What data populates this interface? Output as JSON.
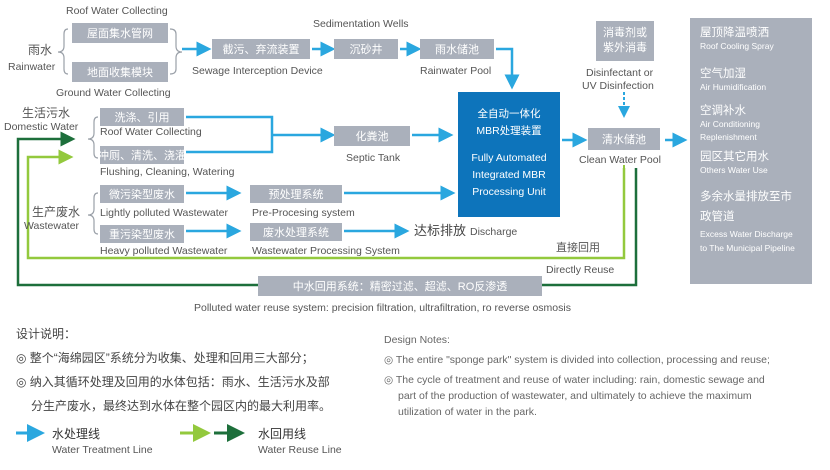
{
  "rainwater": {
    "zh": "雨水",
    "en": "Rainwater",
    "roof_en": "Roof Water Collecting",
    "roof_zh": "屋面集水管网",
    "ground_zh": "地面收集模块",
    "ground_en": "Ground Water Collecting",
    "intercept_zh": "截污、弃流装置",
    "intercept_en": "Sewage Interception Device",
    "sed_en": "Sedimentation Wells",
    "sed_zh": "沉砂井",
    "pool_zh": "雨水储池",
    "pool_en": "Rainwater Pool"
  },
  "domestic": {
    "zh": "生活污水",
    "en": "Domestic Water",
    "wash_zh": "洗涤、引用",
    "wash_en": "Roof Water Collecting",
    "flush_zh": "冲厕、清洗、浇灌",
    "flush_en": "Flushing, Cleaning, Watering",
    "septic_zh": "化粪池",
    "septic_en": "Septic Tank"
  },
  "production": {
    "zh": "生产废水",
    "en": "Wastewater",
    "light_zh": "微污染型废水",
    "light_en": "Lightly polluted Wastewater",
    "pre_zh": "预处理系统",
    "pre_en": "Pre-Procesing system",
    "heavy_zh": "重污染型废水",
    "heavy_en": "Heavy polluted Wastewater",
    "proc_zh": "废水处理系统",
    "proc_en": "Wastewater Processing System",
    "discharge_zh": "达标排放",
    "discharge_en": "Discharge"
  },
  "mbr": {
    "zh1": "全自动一体化",
    "zh2": "MBR处理装置",
    "en1": "Fully Automated",
    "en2": "Integrated  MBR",
    "en3": "Processing Unit"
  },
  "disinfect": {
    "zh1": "消毒剂或",
    "zh2": "紫外消毒",
    "en1": "Disinfectant or",
    "en2": "UV Disinfection"
  },
  "clean_pool": {
    "zh": "清水储池",
    "en": "Clean Water Pool"
  },
  "reuse": {
    "direct_zh": "直接回用",
    "direct_en": "Directly Reuse",
    "system_zh": "中水回用系统：精密过滤、超滤、RO反渗透",
    "system_en": "Polluted water reuse system: precision filtration, ultrafiltration, ro reverse osmosis"
  },
  "uses": [
    {
      "zh": "屋顶降温喷洒",
      "en": "Roof Cooling Spray"
    },
    {
      "zh": "空气加湿",
      "en": "Air Humidification"
    },
    {
      "zh": "空调补水",
      "en": "Air Conditioning Replenishment"
    },
    {
      "zh": "园区其它用水",
      "en": "Others Water Use"
    },
    {
      "zh": "多余水量排放至市政管道",
      "en": "Excess Water Discharge to The Municipal Pipeline"
    }
  ],
  "notes_zh": {
    "title": "设计说明：",
    "item1": "◎ 整个“海绵园区”系统分为收集、处理和回用三大部分；",
    "item2a": "◎ 纳入其循环处理及回用的水体包括：雨水、生活污水及部",
    "item2b": "分生产废水，最终达到水体在整个园区内的最大利用率。"
  },
  "notes_en": {
    "title": "Design Notes:",
    "item1": "◎ The entire \"sponge park\" system is divided into collection, processing and reuse;",
    "item2a": "◎ The cycle of treatment and reuse of water including: rain, domestic sewage and",
    "item2b": "part of the production of wastewater, and ultimately to achieve the maximum",
    "item2c": "utilization of water in the park."
  },
  "legend": {
    "treat_zh": "水处理线",
    "treat_en": "Water Treatment Line",
    "reuse_zh": "水回用线",
    "reuse_en": "Water Reuse Line"
  },
  "colors": {
    "box": "#aab0bb",
    "mbr": "#0d74bb",
    "treatment": "#2aa7df",
    "reuse_light": "#93c93d",
    "reuse_dark": "#1d6f3b"
  }
}
